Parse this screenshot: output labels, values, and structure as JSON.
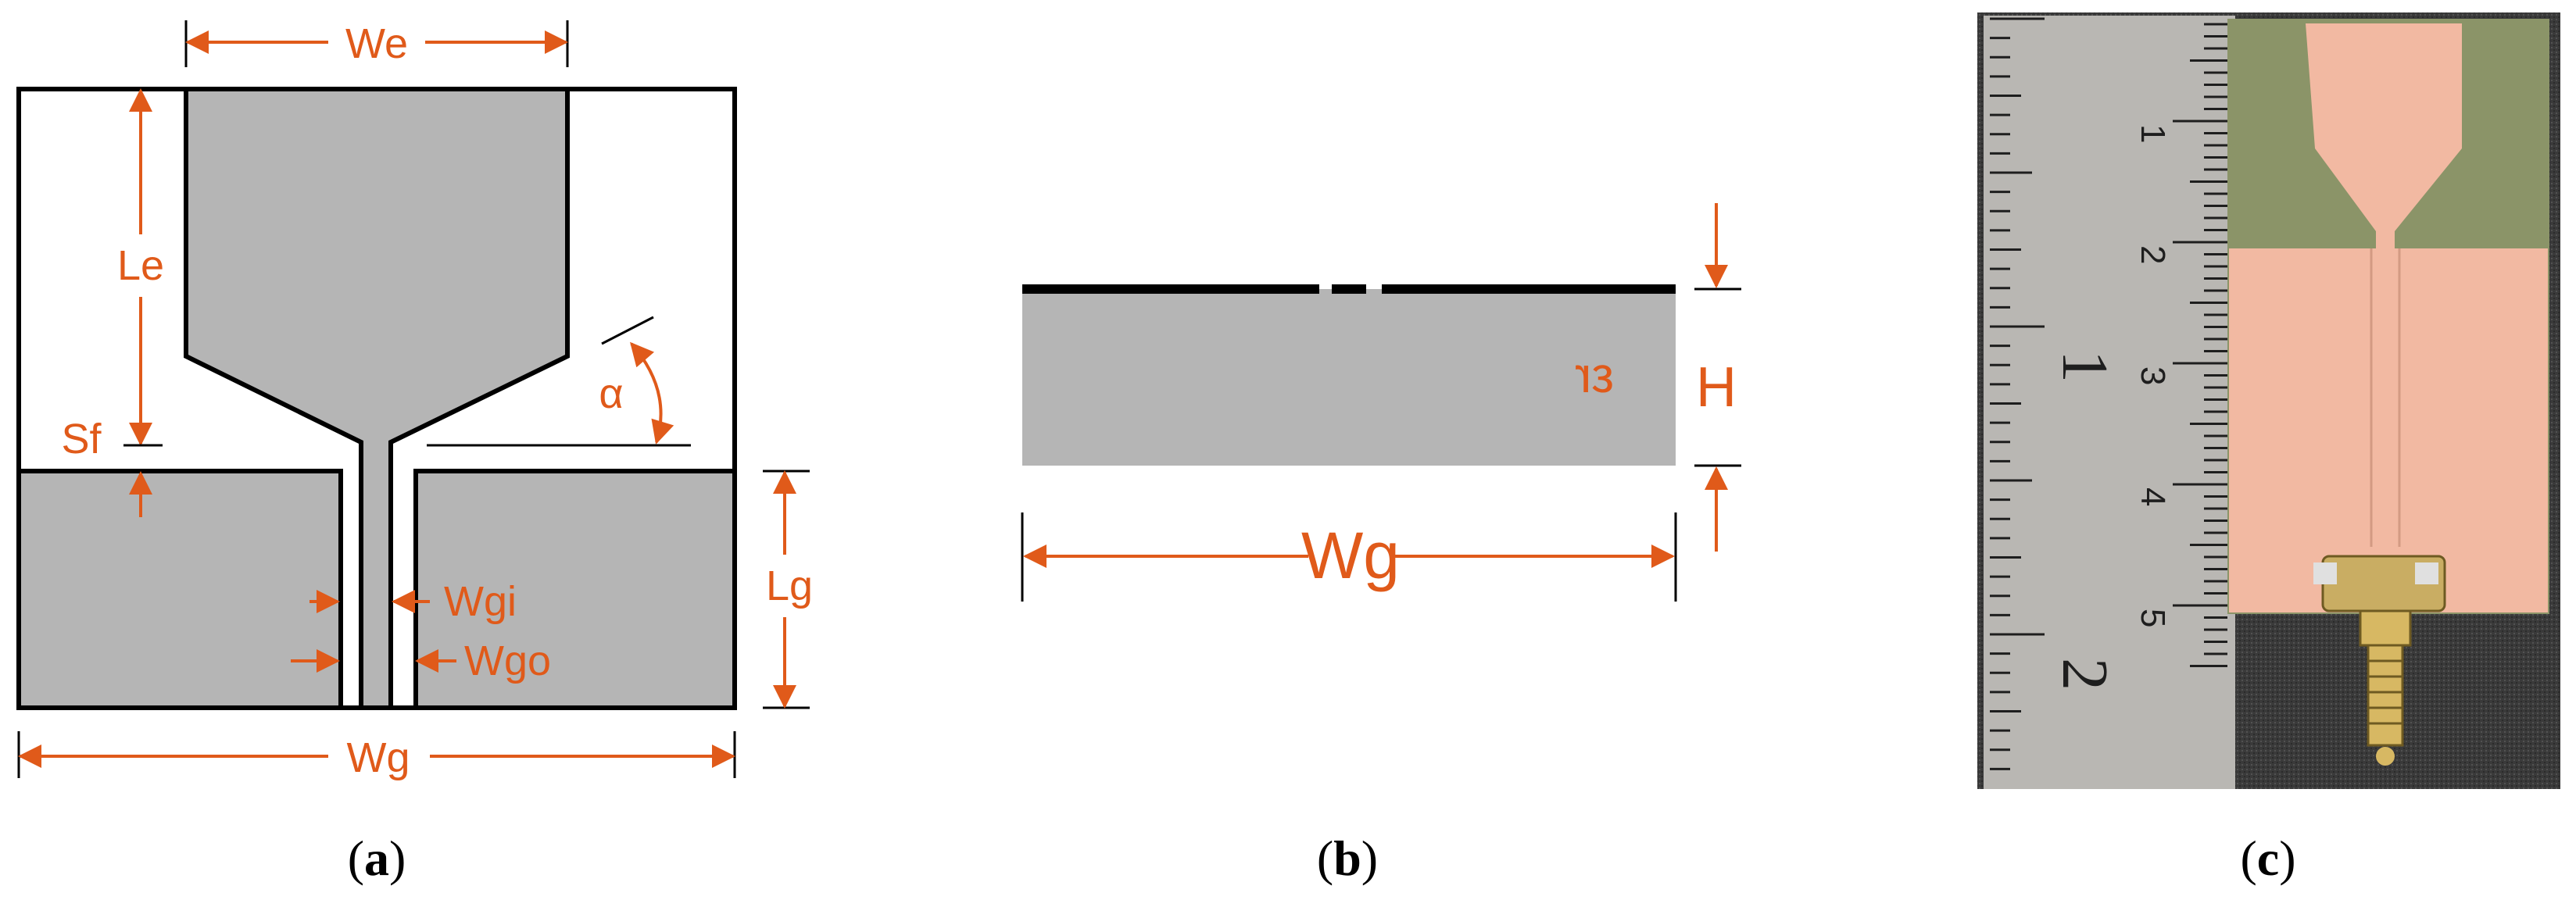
{
  "colors": {
    "dimension": "#e05a1a",
    "metal": "#b5b5b5",
    "outline": "#000000",
    "copper": "#f2b9a2",
    "fr4": "#8b9468",
    "ruler": "#b9b7b3",
    "background_photo": "#3a3a3a"
  },
  "panel_a": {
    "caption": {
      "open": "(",
      "letter": "a",
      "close": ")"
    },
    "labels": {
      "We": "We",
      "Le": "Le",
      "Sf": "Sf",
      "alpha": "α",
      "Lg": "Lg",
      "Wgi": "Wgi",
      "Wgo": "Wgo",
      "Wg": "Wg"
    }
  },
  "panel_b": {
    "caption": {
      "open": "(",
      "letter": "b",
      "close": ")"
    },
    "labels": {
      "er": "εr",
      "H": "H",
      "Wg": "Wg"
    }
  },
  "panel_c": {
    "caption": {
      "open": "(",
      "letter": "c",
      "close": ")"
    },
    "ruler_cm_labels": [
      "1",
      "2",
      "3",
      "4",
      "5"
    ],
    "ruler_inch_labels": [
      "1",
      "2"
    ]
  }
}
